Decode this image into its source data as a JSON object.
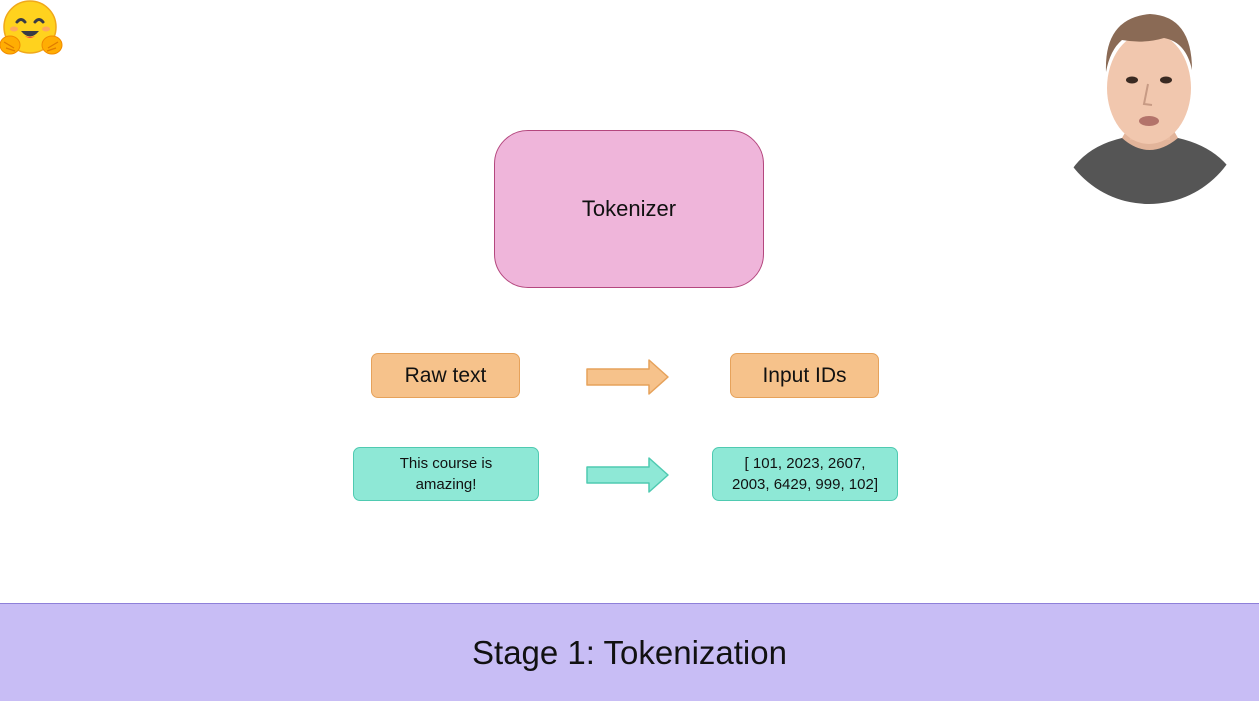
{
  "diagram": {
    "tokenizer_label": "Tokenizer",
    "raw_text_label": "Raw text",
    "input_ids_label": "Input IDs",
    "example_text_line1": "This course is",
    "example_text_line2": "amazing!",
    "example_ids_line1": "[ 101, 2023, 2607,",
    "example_ids_line2": "2003, 6429, 999, 102]"
  },
  "footer": {
    "title": "Stage 1: Tokenization"
  },
  "colors": {
    "tokenizer_fill": "#efb5da",
    "label_fill": "#f6c28b",
    "example_fill": "#8ee8d6",
    "footer_fill": "#c8bdf5"
  }
}
